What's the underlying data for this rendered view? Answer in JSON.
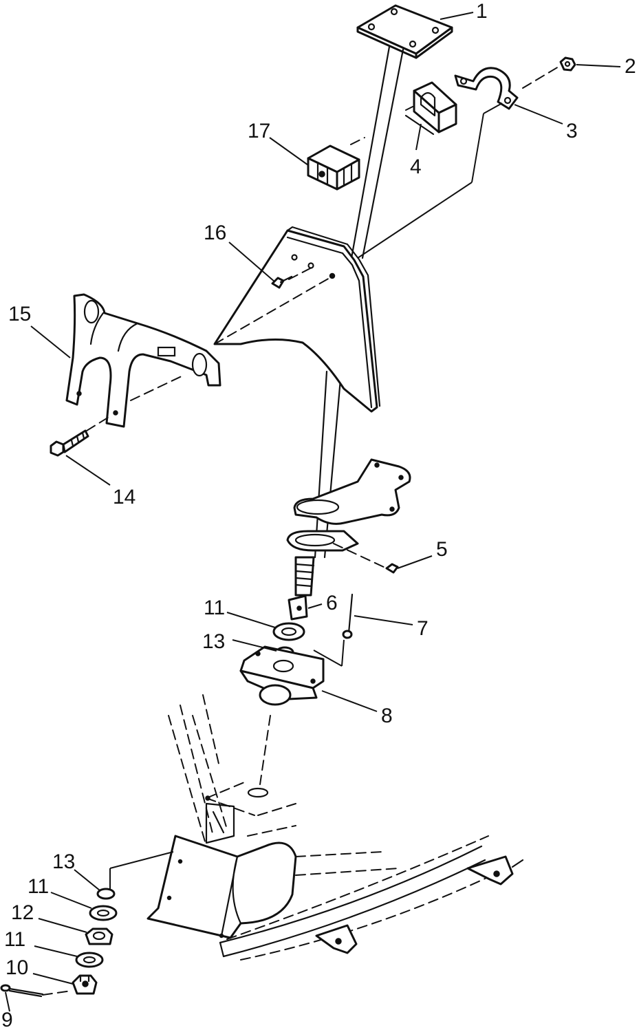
{
  "callouts": [
    {
      "id": "c1",
      "text": "1"
    },
    {
      "id": "c2",
      "text": "2"
    },
    {
      "id": "c3",
      "text": "3"
    },
    {
      "id": "c4",
      "text": "4"
    },
    {
      "id": "c5",
      "text": "5"
    },
    {
      "id": "c6",
      "text": "6"
    },
    {
      "id": "c7",
      "text": "7"
    },
    {
      "id": "c8",
      "text": "8"
    },
    {
      "id": "c9",
      "text": "9"
    },
    {
      "id": "c10",
      "text": "10"
    },
    {
      "id": "c11a",
      "text": "11"
    },
    {
      "id": "c11b",
      "text": "11"
    },
    {
      "id": "c11c",
      "text": "11"
    },
    {
      "id": "c12",
      "text": "12"
    },
    {
      "id": "c13a",
      "text": "13"
    },
    {
      "id": "c13b",
      "text": "13"
    },
    {
      "id": "c14",
      "text": "14"
    },
    {
      "id": "c15",
      "text": "15"
    },
    {
      "id": "c16",
      "text": "16"
    },
    {
      "id": "c17",
      "text": "17"
    }
  ]
}
